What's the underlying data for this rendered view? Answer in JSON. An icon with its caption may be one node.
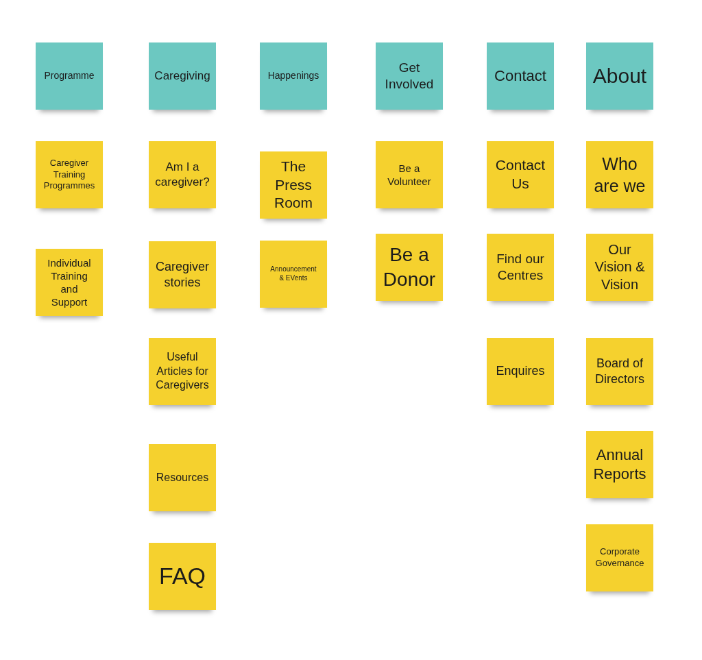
{
  "diagram": {
    "nodes": [
      {
        "text": [
          "Programme"
        ]
      },
      {
        "text": [
          "Caregiver Training Programmes"
        ]
      },
      {
        "text": [
          "Individual Training and Support"
        ]
      },
      {
        "text": [
          "Caregiving"
        ]
      },
      {
        "text": [
          "Am I a caregiver?"
        ]
      },
      {
        "text": [
          "Caregiver stories"
        ]
      },
      {
        "text": [
          "Useful Articles for Caregivers"
        ]
      },
      {
        "text": [
          "Resources"
        ]
      },
      {
        "text": [
          "FAQ"
        ]
      },
      {
        "text": [
          "Happenings"
        ]
      },
      {
        "text": [
          "The Press Room"
        ]
      },
      {
        "text": [
          "Announcement & EVents"
        ]
      },
      {
        "text": [
          "Get Involved"
        ]
      },
      {
        "text": [
          "Be a Volunteer"
        ]
      },
      {
        "text": [
          "Be a Donor"
        ]
      },
      {
        "text": [
          "Contact"
        ]
      },
      {
        "text": [
          "Contact Us"
        ]
      },
      {
        "text": [
          "Find our Centres"
        ]
      },
      {
        "text": [
          "Enquires"
        ]
      },
      {
        "text": [
          "About"
        ]
      },
      {
        "text": [
          "Who are we"
        ]
      },
      {
        "text": [
          "Our Vision & Vision"
        ]
      },
      {
        "text": [
          "Board of Directors"
        ]
      },
      {
        "text": [
          "Annual Reports"
        ]
      },
      {
        "text": [
          "Corporate Governance"
        ]
      }
    ]
  }
}
